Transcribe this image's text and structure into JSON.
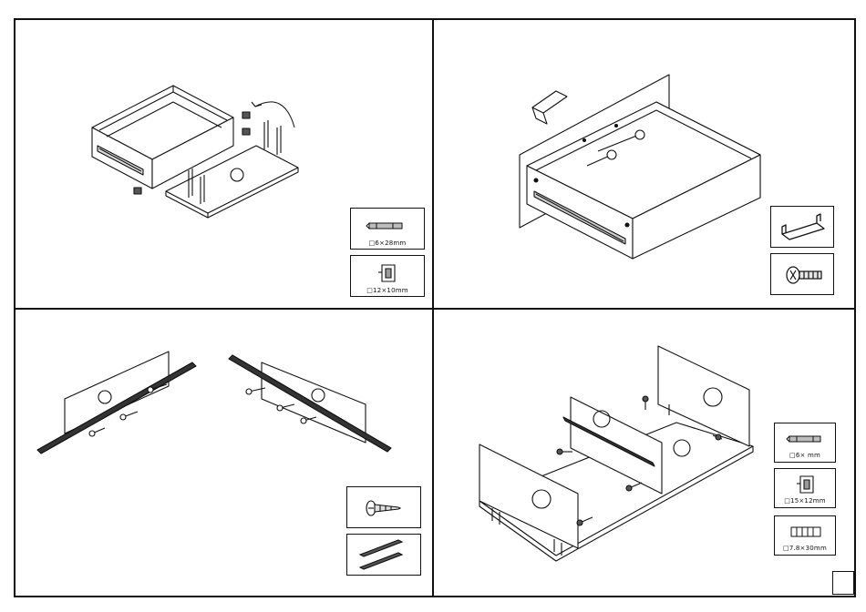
{
  "panels": [
    {
      "id": "step-top-left",
      "hardware": [
        {
          "icon": "dowel-pin-icon",
          "label": "□6×28mm"
        },
        {
          "icon": "cam-lock-icon",
          "label": "□12×10mm"
        }
      ]
    },
    {
      "id": "step-top-right",
      "hardware": [
        {
          "icon": "drawer-handle-icon",
          "label": ""
        },
        {
          "icon": "screw-icon",
          "label": ""
        }
      ]
    },
    {
      "id": "step-bottom-left",
      "hardware": [
        {
          "icon": "wood-screw-icon",
          "label": ""
        },
        {
          "icon": "drawer-slide-rail-icon",
          "label": ""
        }
      ]
    },
    {
      "id": "step-bottom-right",
      "hardware": [
        {
          "icon": "dowel-pin-icon",
          "label": "□6×   mm"
        },
        {
          "icon": "cam-lock-icon",
          "label": "□15×12mm"
        },
        {
          "icon": "wooden-dowel-icon",
          "label": "□7.8×30mm"
        }
      ]
    }
  ],
  "page_number": ""
}
